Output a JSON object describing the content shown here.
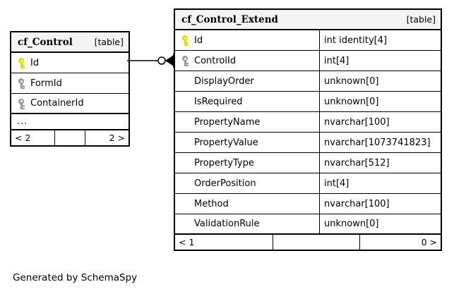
{
  "diagram": {
    "type": "database-schema-er-diagram",
    "generator_credit": "Generated by SchemaSpy",
    "background": "#ffffff"
  },
  "legend_colors": {
    "primary_key": "#e8d900",
    "foreign_key": "#9a9a9a",
    "header_background": "#f4f4f4",
    "border": "#000000"
  },
  "tables": [
    {
      "id": "cf_control",
      "name": "cf_Control",
      "kind_label": "[table]",
      "columns": [
        {
          "key": "primary",
          "name": "Id",
          "type": ""
        },
        {
          "key": "foreign",
          "name": "FormId",
          "type": ""
        },
        {
          "key": "foreign",
          "name": "ContainerId",
          "type": ""
        }
      ],
      "more_columns_label": "...",
      "footer": {
        "incoming": "< 2",
        "middle": "",
        "outgoing": "2 >"
      }
    },
    {
      "id": "cf_control_extend",
      "name": "cf_Control_Extend",
      "kind_label": "[table]",
      "columns": [
        {
          "key": "primary",
          "name": "Id",
          "type": "int identity[4]"
        },
        {
          "key": "foreign",
          "name": "ControlId",
          "type": "int[4]"
        },
        {
          "key": "none",
          "name": "DisplayOrder",
          "type": "unknown[0]"
        },
        {
          "key": "none",
          "name": "IsRequired",
          "type": "unknown[0]"
        },
        {
          "key": "none",
          "name": "PropertyName",
          "type": "nvarchar[100]"
        },
        {
          "key": "none",
          "name": "PropertyValue",
          "type": "nvarchar[1073741823]"
        },
        {
          "key": "none",
          "name": "PropertyType",
          "type": "nvarchar[512]"
        },
        {
          "key": "none",
          "name": "OrderPosition",
          "type": "int[4]"
        },
        {
          "key": "none",
          "name": "Method",
          "type": "nvarchar[100]"
        },
        {
          "key": "none",
          "name": "ValidationRule",
          "type": "unknown[0]"
        }
      ],
      "more_columns_label": "",
      "footer": {
        "incoming": "< 1",
        "middle": "",
        "outgoing": "0 >"
      }
    }
  ],
  "relationship": {
    "from_table": "cf_Control",
    "from_column": "Id",
    "to_table": "cf_Control_Extend",
    "to_column": "ControlId",
    "source_cardinality_symbol": "zero-or-one-circle",
    "target_cardinality_symbol": "arrowhead"
  }
}
